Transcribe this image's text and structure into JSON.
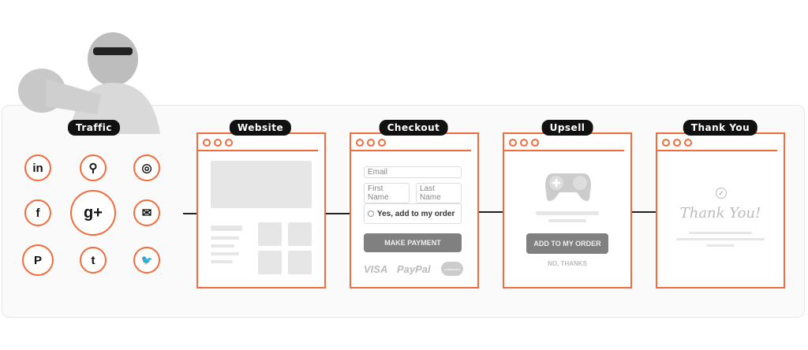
{
  "labels": {
    "traffic": "Traffic",
    "website": "Website",
    "checkout": "Checkout",
    "upsell": "Upsell",
    "thankyou": "Thank You"
  },
  "social_icons": [
    {
      "name": "linkedin-icon",
      "glyph": "in"
    },
    {
      "name": "search-icon",
      "glyph": "⚲"
    },
    {
      "name": "instagram-icon",
      "glyph": "◎"
    },
    {
      "name": "facebook-icon",
      "glyph": "f"
    },
    {
      "name": "google-plus-icon",
      "glyph": "g+"
    },
    {
      "name": "mail-icon",
      "glyph": "✉"
    },
    {
      "name": "pinterest-icon",
      "glyph": "P"
    },
    {
      "name": "tumblr-icon",
      "glyph": "t"
    },
    {
      "name": "twitter-icon",
      "glyph": "🐦"
    }
  ],
  "checkout": {
    "email": "Email",
    "first_name": "First Name",
    "last_name": "Last Name",
    "upsell_check": "Yes, add to my order",
    "pay_button": "MAKE PAYMENT",
    "visa": "VISA",
    "paypal": "PayPal",
    "mastercard": "mastercard"
  },
  "upsell": {
    "button": "ADD TO MY ORDER",
    "decline": "NO, THANKS"
  },
  "thankyou": {
    "heading": "Thank You!",
    "check": "✓"
  },
  "colors": {
    "accent": "#f26b3a",
    "button": "#808080",
    "placeholder": "#e6e6e6"
  }
}
